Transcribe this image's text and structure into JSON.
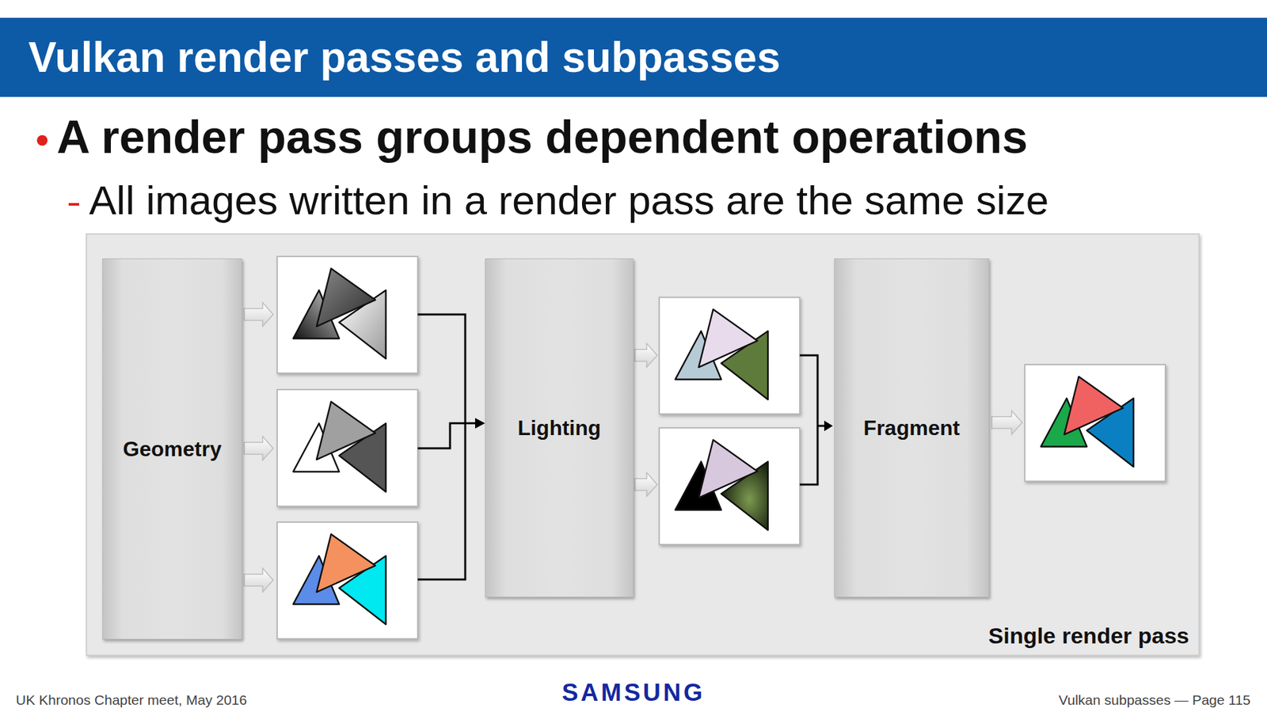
{
  "diagram": {
    "title": "Vulkan render passes and subpasses",
    "nodes": [
      {
        "text": [
          "Single render pass"
        ]
      },
      {
        "text": [
          "Geometry"
        ],
        "in": 0
      },
      {
        "text": [
          "Lighting"
        ],
        "in": 0
      },
      {
        "text": [
          "Fragment"
        ],
        "in": 0
      }
    ],
    "labels": [
      "A render pass groups dependent operations",
      "All images written in a render pass are the same size",
      "UK Khronos Chapter meet, May 2016",
      "SAMSUNG",
      "Vulkan subpasses — Page 115"
    ]
  }
}
